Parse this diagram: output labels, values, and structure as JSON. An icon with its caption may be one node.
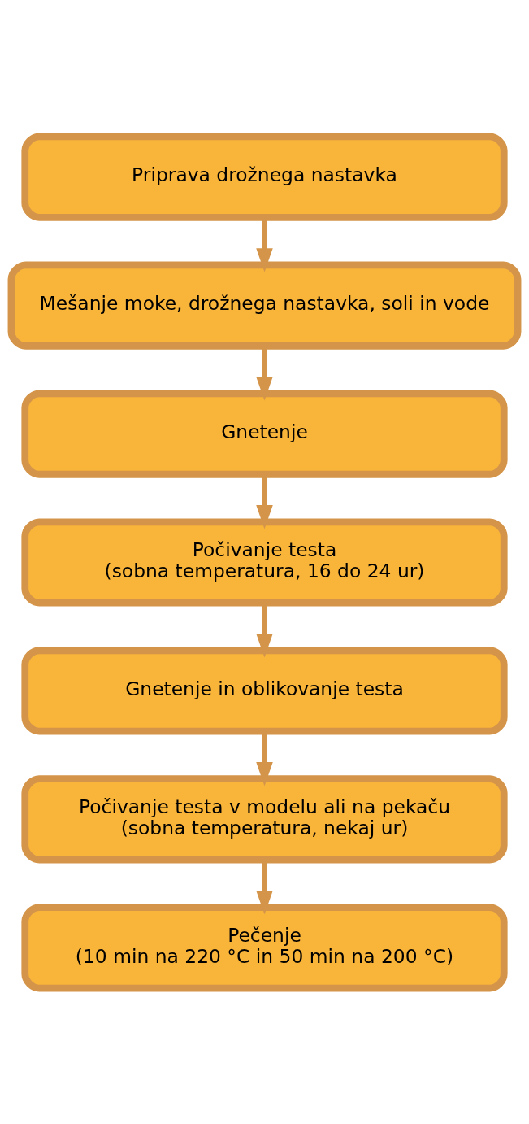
{
  "diagram": {
    "nodes": [
      {
        "text": [
          "Priprava drožnega nastavka"
        ]
      },
      {
        "text": [
          "Mešanje moke, drožnega nastavka, soli in vode"
        ]
      },
      {
        "text": [
          "Gnetenje"
        ]
      },
      {
        "text": [
          "Počivanje testa",
          "(sobna temperatura, 16 do 24 ur)"
        ]
      },
      {
        "text": [
          "Gnetenje in oblikovanje testa"
        ]
      },
      {
        "text": [
          "Počivanje testa v modelu ali na pekaču",
          "(sobna temperatura, nekaj ur)"
        ]
      },
      {
        "text": [
          "Pečenje",
          "(10 min na 220 °C in 50 min na 200 °C)"
        ]
      }
    ],
    "edges": [
      {
        "from": 0,
        "to": 1,
        "arrow": "to"
      },
      {
        "from": 1,
        "to": 2,
        "arrow": "to"
      },
      {
        "from": 2,
        "to": 3,
        "arrow": "to"
      },
      {
        "from": 3,
        "to": 4,
        "arrow": "to"
      },
      {
        "from": 4,
        "to": 5,
        "arrow": "to"
      },
      {
        "from": 5,
        "to": 6,
        "arrow": "to"
      }
    ]
  }
}
